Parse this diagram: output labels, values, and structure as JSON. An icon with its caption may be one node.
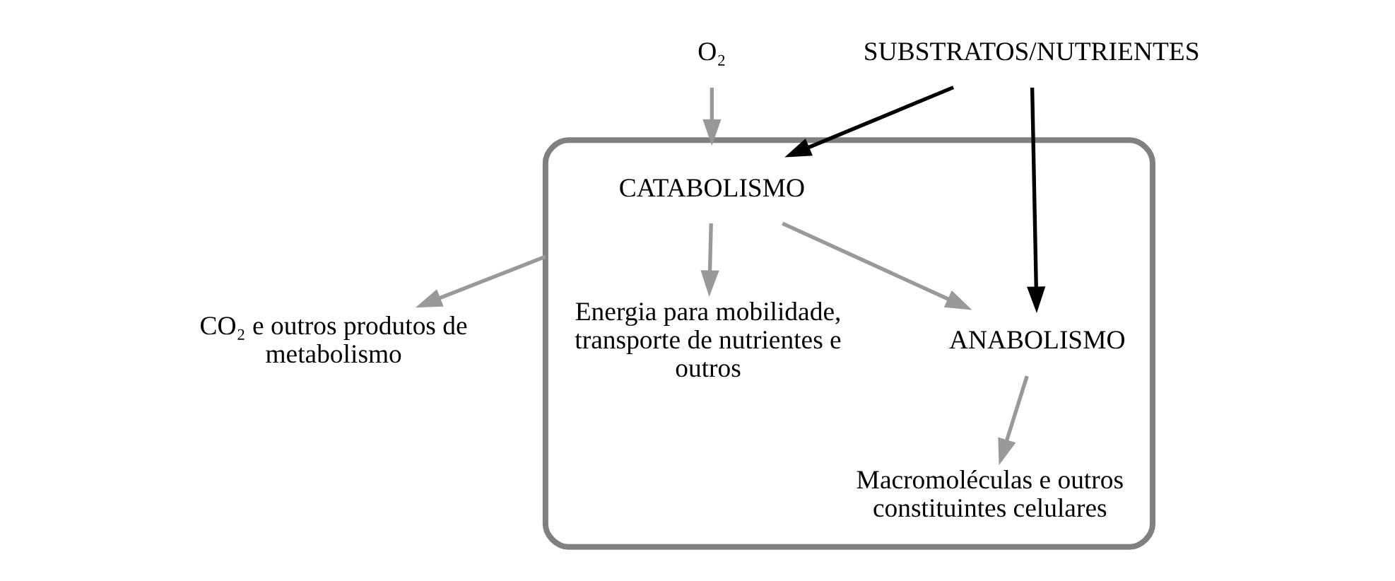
{
  "diagram": {
    "nodes": [
      {
        "text": [],
        "shape": "ellipse"
      },
      {
        "text": [
          "SUBSTRATOS/NUTRIENTES"
        ]
      },
      {
        "text": [
          "CATABOLISMO"
        ],
        "in": 0
      },
      {
        "text": [
          "ANABOLISMO"
        ],
        "in": 0
      },
      {
        "text": [
          "Energia para mobilidade, transporte de nutrientes e outros"
        ],
        "in": 0
      },
      {
        "text": [
          "Macromoléculas e outros constituintes celulares"
        ],
        "in": 0
      },
      {
        "text": [
          "O₂"
        ]
      },
      {
        "text": [
          "CO₂ e outros produtos de metabolismo"
        ]
      }
    ],
    "edges": [
      {
        "from": 1,
        "to": 2,
        "arrow": "to",
        "color": "#000000"
      },
      {
        "from": 1,
        "to": 3,
        "arrow": "to",
        "color": "#000000"
      },
      {
        "from": 2,
        "to": 3,
        "arrow": "to"
      },
      {
        "from": 2,
        "to": 4,
        "arrow": "to"
      },
      {
        "from": 3,
        "to": 5,
        "arrow": "to"
      },
      {
        "from": 6,
        "to": 0,
        "arrow": "to"
      },
      {
        "from": 0,
        "to": 7,
        "arrow": "to"
      }
    ]
  }
}
